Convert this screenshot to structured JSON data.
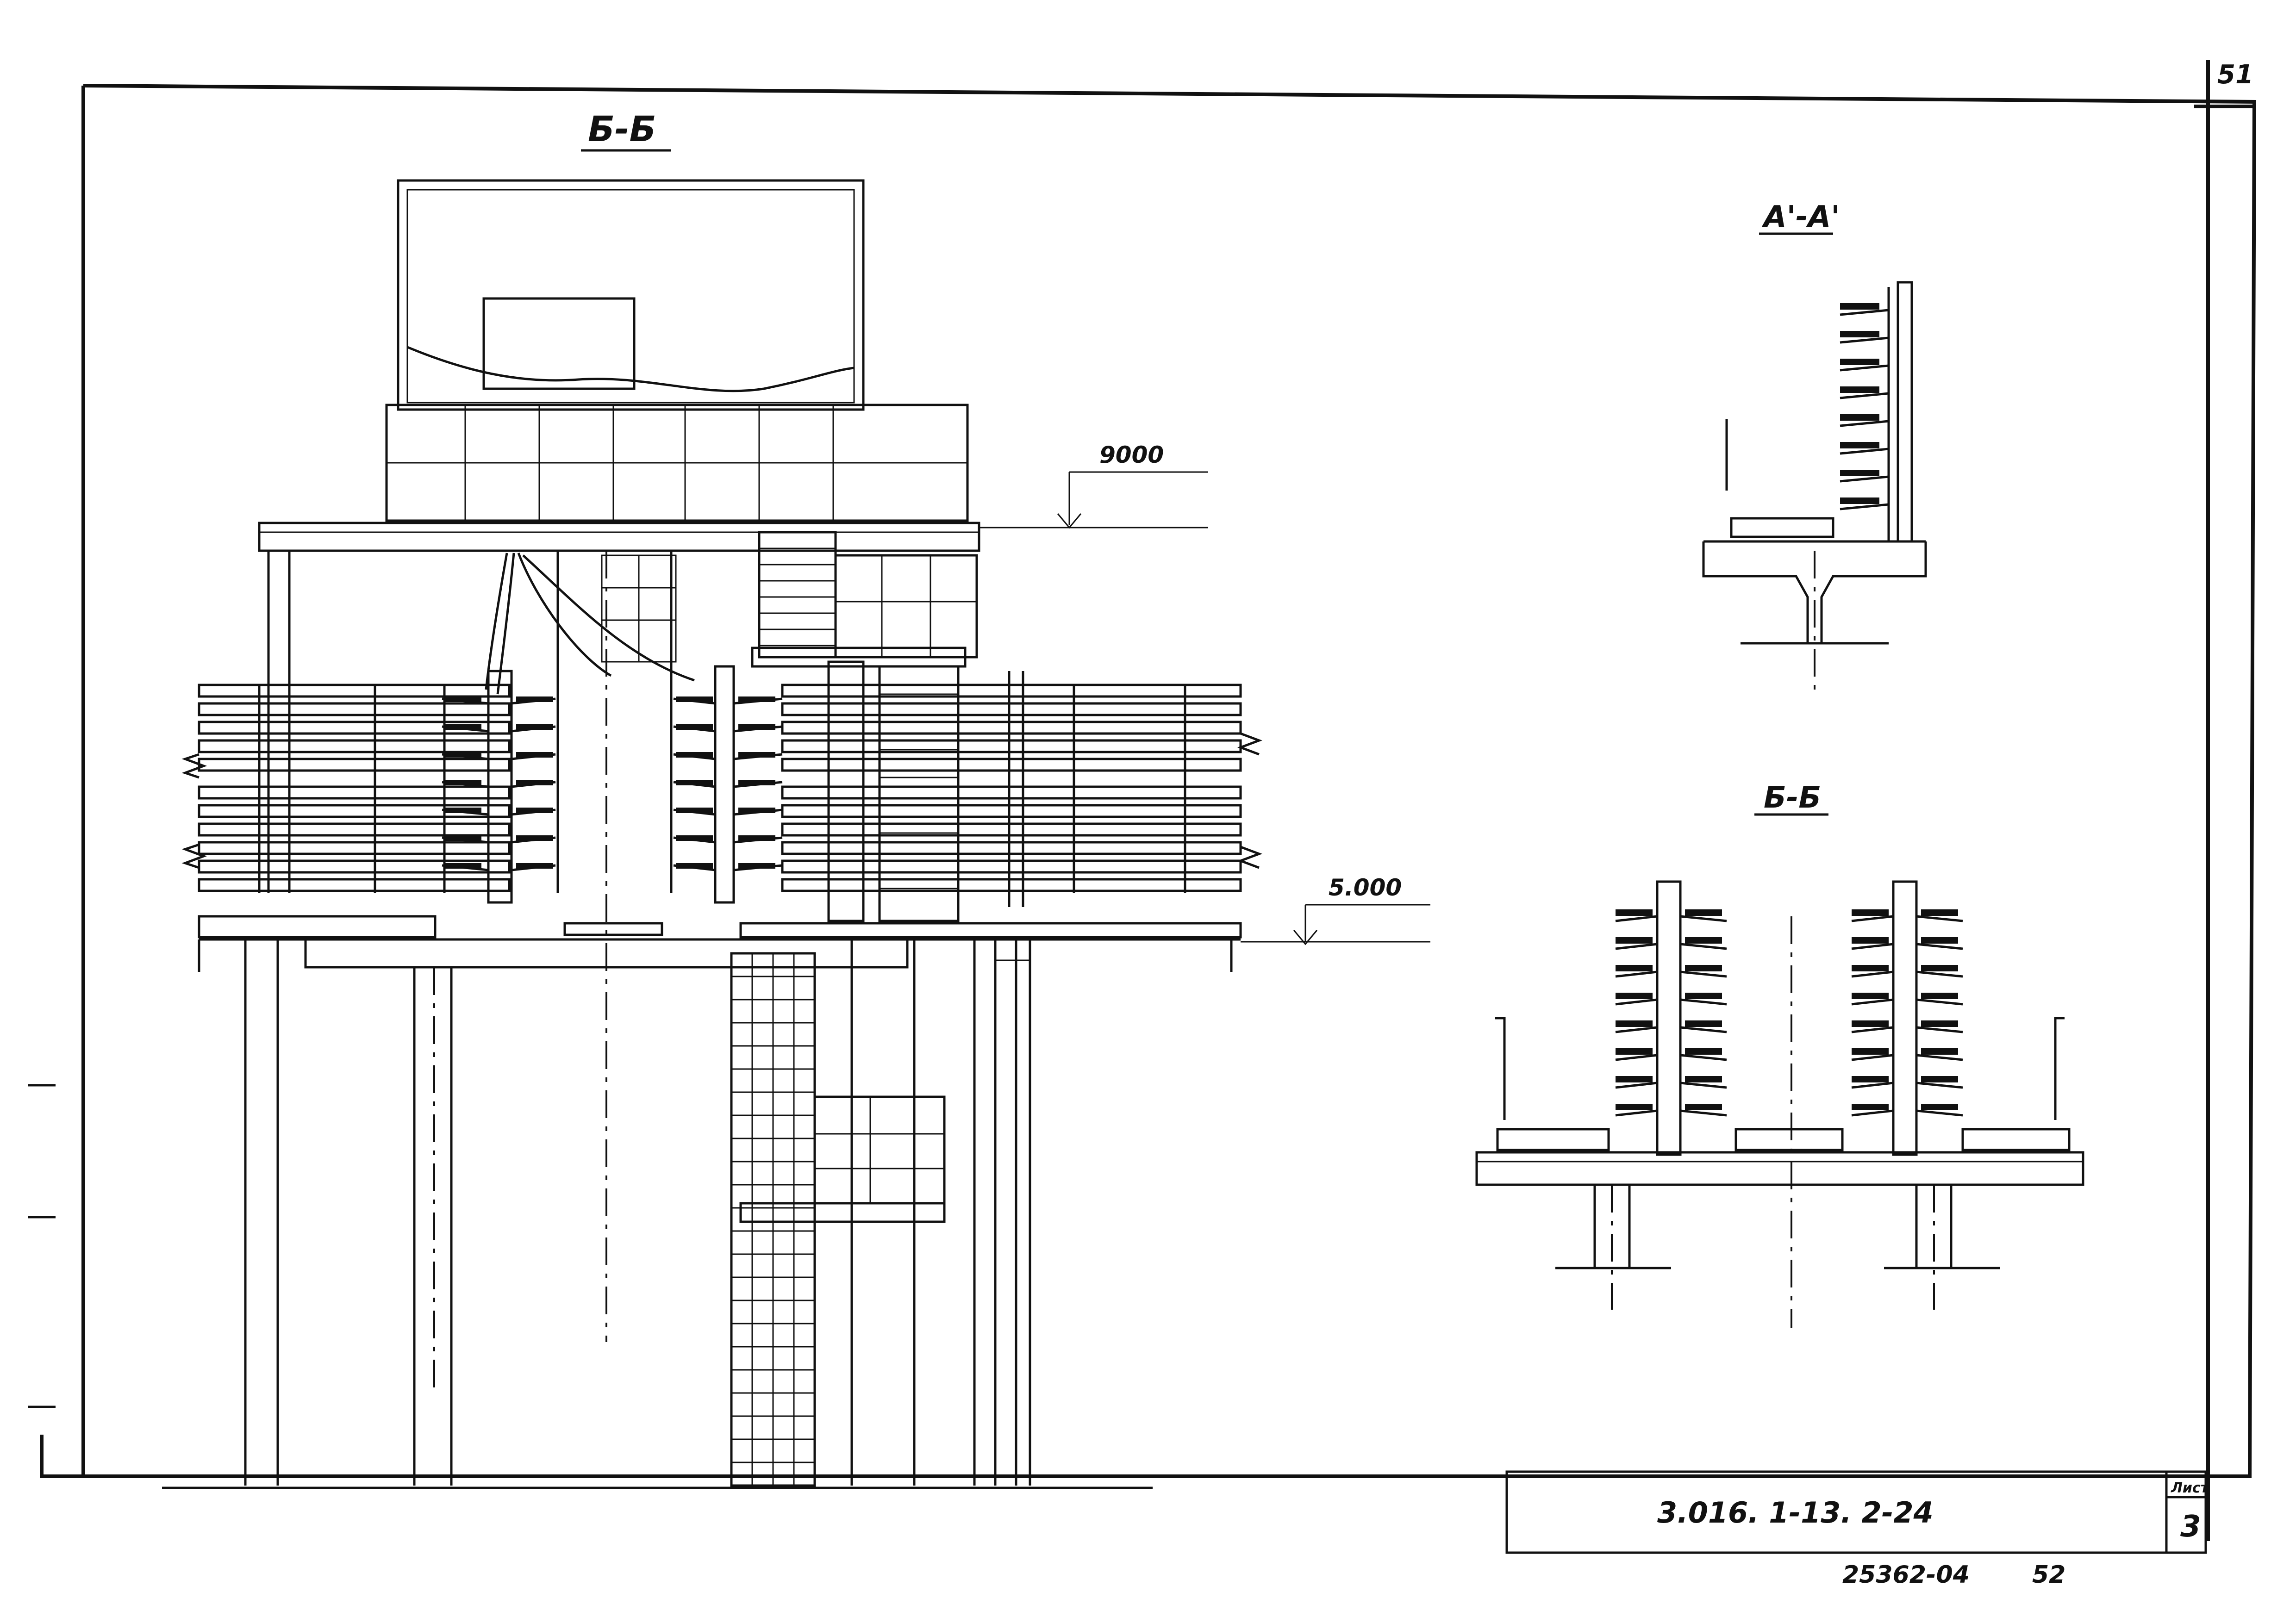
{
  "sheet": {
    "page_number": "51",
    "bottom_note_code": "25362-04",
    "bottom_note_page": "52"
  },
  "main_section": {
    "title": "Б-Б",
    "level_upper": "9000",
    "level_lower": "5.000"
  },
  "detail_a": {
    "title": "А'-А'"
  },
  "detail_b": {
    "title": "Б-Б"
  },
  "title_block": {
    "designation": "3.016. 1-13.   2-24",
    "sheet_label": "Лист",
    "sheet_number": "3"
  }
}
